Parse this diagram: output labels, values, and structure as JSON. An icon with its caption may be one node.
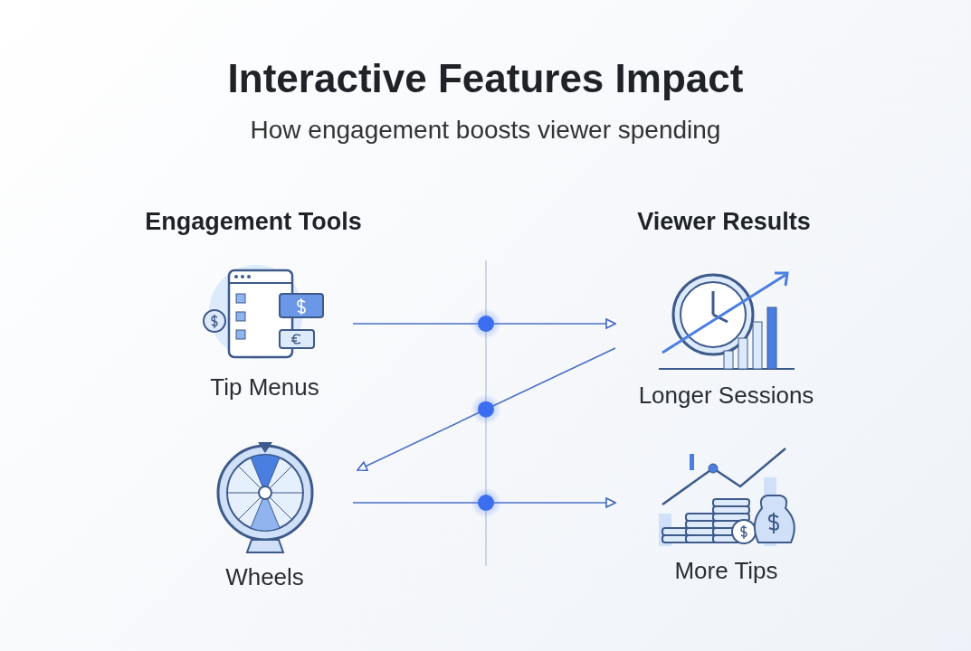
{
  "diagram": {
    "title": "Interactive Features Impact",
    "caption": "How engagement boosts viewer spending",
    "nodes": [
      {
        "text": [
          "Tip Menus"
        ]
      },
      {
        "text": [
          "Wheels"
        ]
      },
      {
        "text": [
          "Longer Sessions"
        ]
      },
      {
        "text": [
          "More Tips"
        ]
      }
    ],
    "edges": [
      {
        "from": 0,
        "to": 2,
        "arrow": "to"
      },
      {
        "from": 2,
        "to": 1,
        "arrow": "to"
      },
      {
        "from": 1,
        "to": 3,
        "arrow": "to"
      }
    ],
    "labels": [
      "Engagement Tools",
      "Viewer Results"
    ]
  }
}
